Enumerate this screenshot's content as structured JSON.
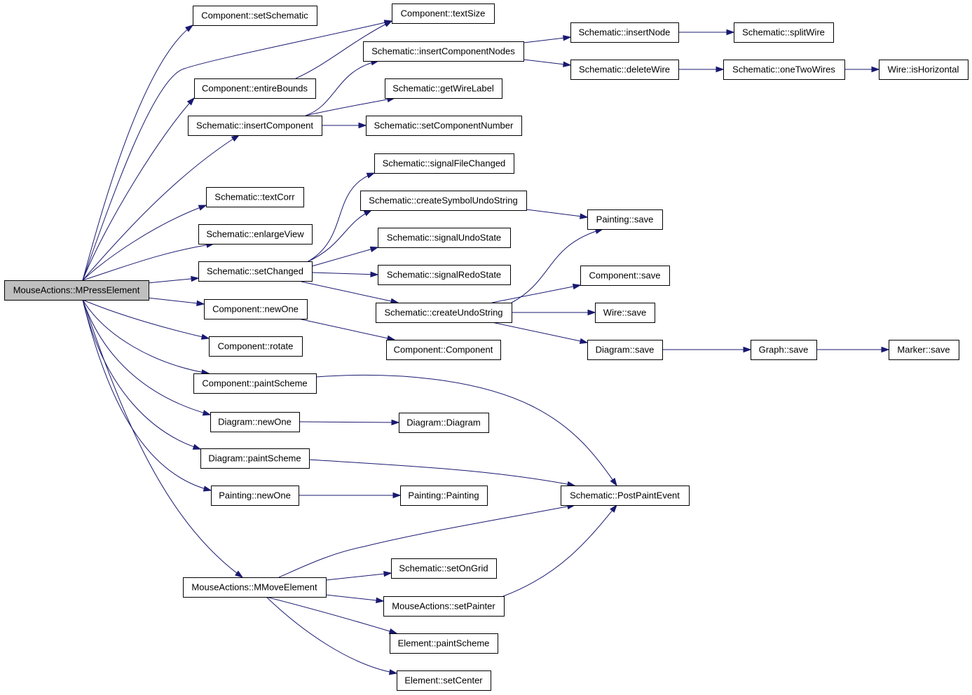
{
  "nodes": [
    {
      "id": "mpress",
      "label": "MouseActions::MPressElement",
      "root": true
    },
    {
      "id": "setschematic",
      "label": "Component::setSchematic"
    },
    {
      "id": "textsize",
      "label": "Component::textSize"
    },
    {
      "id": "entirebounds",
      "label": "Component::entireBounds"
    },
    {
      "id": "insertcomponent",
      "label": "Schematic::insertComponent"
    },
    {
      "id": "insertcomponentnodes",
      "label": "Schematic::insertComponentNodes"
    },
    {
      "id": "getwirelabel",
      "label": "Schematic::getWireLabel"
    },
    {
      "id": "setcomponentnumber",
      "label": "Schematic::setComponentNumber"
    },
    {
      "id": "insertnode",
      "label": "Schematic::insertNode"
    },
    {
      "id": "splitwire",
      "label": "Schematic::splitWire"
    },
    {
      "id": "deletewire",
      "label": "Schematic::deleteWire"
    },
    {
      "id": "onetwowires",
      "label": "Schematic::oneTwoWires"
    },
    {
      "id": "ishorizontal",
      "label": "Wire::isHorizontal"
    },
    {
      "id": "textcorr",
      "label": "Schematic::textCorr"
    },
    {
      "id": "enlargeview",
      "label": "Schematic::enlargeView"
    },
    {
      "id": "setchanged",
      "label": "Schematic::setChanged"
    },
    {
      "id": "signalfilechanged",
      "label": "Schematic::signalFileChanged"
    },
    {
      "id": "createsymbolundostring",
      "label": "Schematic::createSymbolUndoString"
    },
    {
      "id": "signalundostate",
      "label": "Schematic::signalUndoState"
    },
    {
      "id": "signalredostate",
      "label": "Schematic::signalRedoState"
    },
    {
      "id": "createundostring",
      "label": "Schematic::createUndoString"
    },
    {
      "id": "paintingsave",
      "label": "Painting::save"
    },
    {
      "id": "componentsave",
      "label": "Component::save"
    },
    {
      "id": "wiresave",
      "label": "Wire::save"
    },
    {
      "id": "diagramsave",
      "label": "Diagram::save"
    },
    {
      "id": "graphsave",
      "label": "Graph::save"
    },
    {
      "id": "markersave",
      "label": "Marker::save"
    },
    {
      "id": "componentnewone",
      "label": "Component::newOne"
    },
    {
      "id": "componentctor",
      "label": "Component::Component"
    },
    {
      "id": "componentrotate",
      "label": "Component::rotate"
    },
    {
      "id": "componentpaintscheme",
      "label": "Component::paintScheme"
    },
    {
      "id": "diagramnewone",
      "label": "Diagram::newOne"
    },
    {
      "id": "diagramctor",
      "label": "Diagram::Diagram"
    },
    {
      "id": "diagrampaintscheme",
      "label": "Diagram::paintScheme"
    },
    {
      "id": "paintingnewone",
      "label": "Painting::newOne"
    },
    {
      "id": "paintingctor",
      "label": "Painting::Painting"
    },
    {
      "id": "postpaintevent",
      "label": "Schematic::PostPaintEvent"
    },
    {
      "id": "mmove",
      "label": "MouseActions::MMoveElement"
    },
    {
      "id": "setongrid",
      "label": "Schematic::setOnGrid"
    },
    {
      "id": "setpainter",
      "label": "MouseActions::setPainter"
    },
    {
      "id": "elementpaintscheme",
      "label": "Element::paintScheme"
    },
    {
      "id": "setcenter",
      "label": "Element::setCenter"
    }
  ],
  "edges": [
    {
      "from": "mpress",
      "to": "setschematic"
    },
    {
      "from": "mpress",
      "to": "textsize"
    },
    {
      "from": "mpress",
      "to": "entirebounds"
    },
    {
      "from": "mpress",
      "to": "insertcomponent"
    },
    {
      "from": "mpress",
      "to": "textcorr"
    },
    {
      "from": "mpress",
      "to": "enlargeview"
    },
    {
      "from": "mpress",
      "to": "setchanged"
    },
    {
      "from": "mpress",
      "to": "componentnewone"
    },
    {
      "from": "mpress",
      "to": "componentrotate"
    },
    {
      "from": "mpress",
      "to": "componentpaintscheme"
    },
    {
      "from": "mpress",
      "to": "diagramnewone"
    },
    {
      "from": "mpress",
      "to": "diagrampaintscheme"
    },
    {
      "from": "mpress",
      "to": "paintingnewone"
    },
    {
      "from": "mpress",
      "to": "mmove"
    },
    {
      "from": "entirebounds",
      "to": "textsize"
    },
    {
      "from": "insertcomponent",
      "to": "insertcomponentnodes"
    },
    {
      "from": "insertcomponent",
      "to": "getwirelabel"
    },
    {
      "from": "insertcomponent",
      "to": "setcomponentnumber"
    },
    {
      "from": "insertcomponentnodes",
      "to": "insertnode"
    },
    {
      "from": "insertcomponentnodes",
      "to": "deletewire"
    },
    {
      "from": "insertnode",
      "to": "splitwire"
    },
    {
      "from": "deletewire",
      "to": "onetwowires"
    },
    {
      "from": "onetwowires",
      "to": "ishorizontal"
    },
    {
      "from": "setchanged",
      "to": "signalfilechanged"
    },
    {
      "from": "setchanged",
      "to": "createsymbolundostring"
    },
    {
      "from": "setchanged",
      "to": "signalundostate"
    },
    {
      "from": "setchanged",
      "to": "signalredostate"
    },
    {
      "from": "setchanged",
      "to": "createundostring"
    },
    {
      "from": "createsymbolundostring",
      "to": "paintingsave"
    },
    {
      "from": "createundostring",
      "to": "paintingsave"
    },
    {
      "from": "createundostring",
      "to": "componentsave"
    },
    {
      "from": "createundostring",
      "to": "wiresave"
    },
    {
      "from": "createundostring",
      "to": "diagramsave"
    },
    {
      "from": "diagramsave",
      "to": "graphsave"
    },
    {
      "from": "graphsave",
      "to": "markersave"
    },
    {
      "from": "componentnewone",
      "to": "componentctor"
    },
    {
      "from": "componentpaintscheme",
      "to": "postpaintevent"
    },
    {
      "from": "diagramnewone",
      "to": "diagramctor"
    },
    {
      "from": "diagrampaintscheme",
      "to": "postpaintevent"
    },
    {
      "from": "paintingnewone",
      "to": "paintingctor"
    },
    {
      "from": "mmove",
      "to": "postpaintevent"
    },
    {
      "from": "mmove",
      "to": "setongrid"
    },
    {
      "from": "mmove",
      "to": "setpainter"
    },
    {
      "from": "mmove",
      "to": "elementpaintscheme"
    },
    {
      "from": "mmove",
      "to": "setcenter"
    },
    {
      "from": "setpainter",
      "to": "postpaintevent"
    }
  ]
}
